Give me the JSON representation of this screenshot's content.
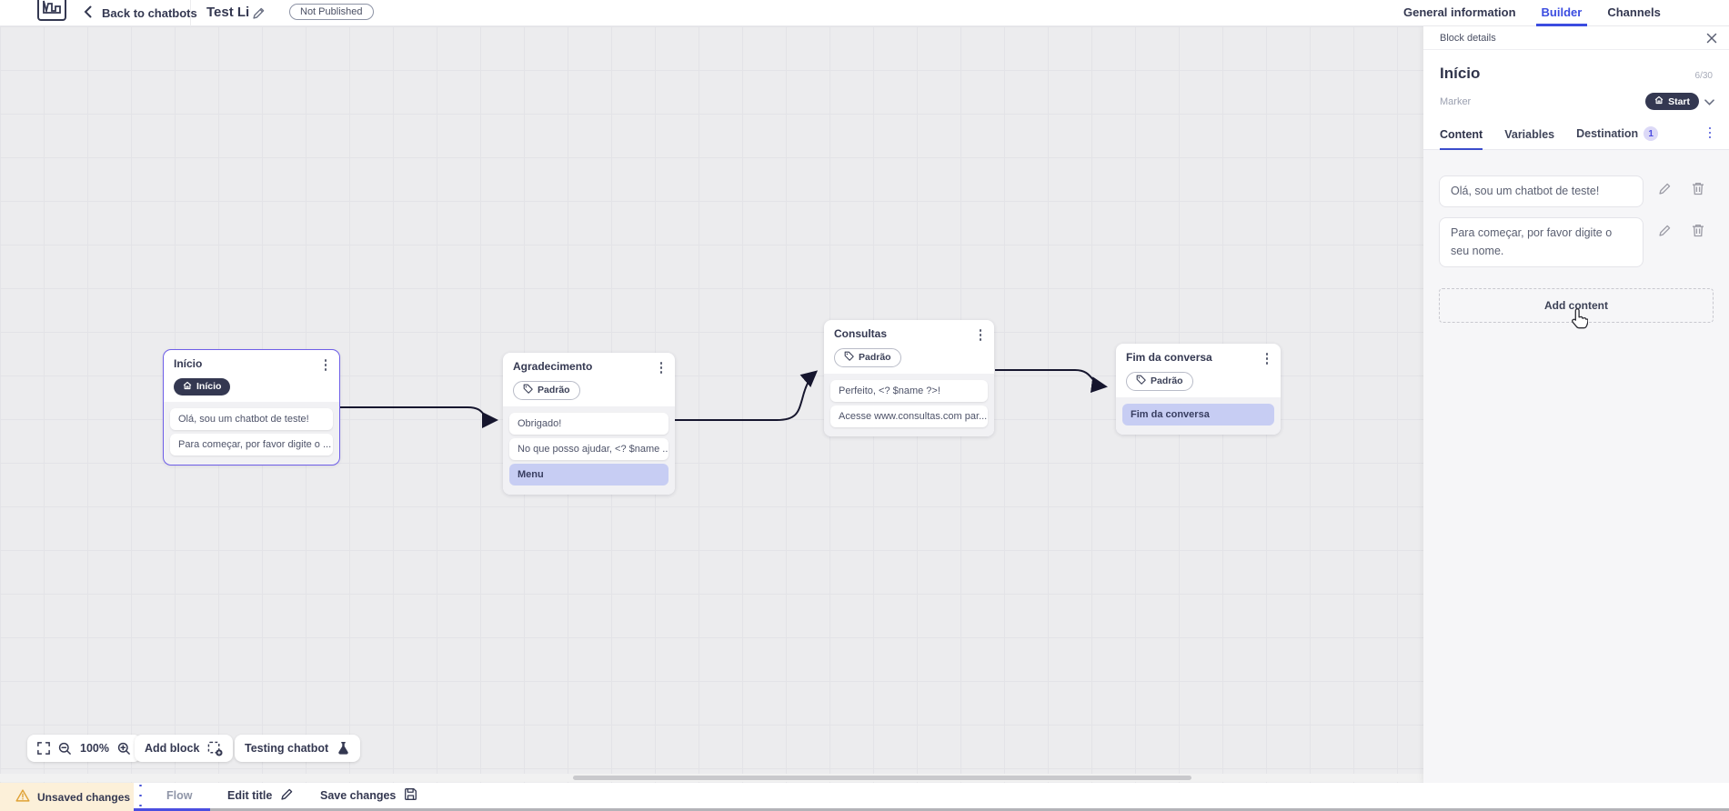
{
  "topbar": {
    "back_label": "Back to chatbots",
    "chatbot_title": "Test Li",
    "status_badge": "Not Published",
    "tabs": [
      {
        "label": "General information",
        "active": false
      },
      {
        "label": "Builder",
        "active": true
      },
      {
        "label": "Channels",
        "active": false
      }
    ]
  },
  "panel": {
    "header_title": "Block details",
    "block_name": "Início",
    "char_counter": "6/30",
    "marker_label": "Marker",
    "marker_value": "Start",
    "tabs": [
      {
        "label": "Content",
        "active": true
      },
      {
        "label": "Variables",
        "active": false
      },
      {
        "label": "Destination",
        "active": false,
        "badge": "1"
      }
    ],
    "contents": [
      {
        "text": "Olá, sou um chatbot de teste!"
      },
      {
        "text": "Para começar, por favor digite o seu nome."
      }
    ],
    "add_content_label": "Add content"
  },
  "canvas": {
    "blocks": [
      {
        "title": "Início",
        "badge": "Início",
        "cards": [
          {
            "text": "Olá, sou um chatbot de teste!"
          },
          {
            "text": "Para começar, por favor digite o ..."
          }
        ]
      },
      {
        "title": "Agradecimento",
        "badge": "Padrão",
        "cards": [
          {
            "text": "Obrigado!"
          },
          {
            "text": "No que posso ajudar, <? $name ..."
          },
          {
            "text": "Menu"
          }
        ]
      },
      {
        "title": "Consultas",
        "badge": "Padrão",
        "cards": [
          {
            "text": "Perfeito, <? $name ?>!"
          },
          {
            "text": "Acesse www.consultas.com par..."
          }
        ]
      },
      {
        "title": "Fim da conversa",
        "badge": "Padrão",
        "cards": [
          {
            "text": "Fim da conversa"
          }
        ]
      }
    ],
    "zoom_level": "100%",
    "add_block_label": "Add block",
    "testing_label": "Testing chatbot"
  },
  "statusbar": {
    "unsaved_label": "Unsaved changes",
    "flow_tab": "Flow",
    "edit_title_label": "Edit title",
    "save_label": "Save changes"
  },
  "colors": {
    "accent_blue": "#3b4ce0",
    "selection_purple": "#6f5fe8",
    "dark_navy": "#343851",
    "highlight_card": "#c7cdf3",
    "destination_badge_bg": "#dcd9f7",
    "warning_amber": "#e0a236",
    "warning_bg": "#fcf0d9",
    "connector": "#16162e"
  },
  "icons": {
    "back": "chevron-left",
    "edit": "pencil",
    "close": "x",
    "home": "house",
    "marker_dropdown": "chevron-down",
    "menu": "kebab-vertical",
    "category": "tag",
    "delete": "trash",
    "fit_screen": "corner-brackets",
    "zoom_out": "magnifier-minus",
    "zoom_in": "magnifier-plus",
    "add_block": "dashed-square-plus",
    "testing": "flask",
    "unsaved": "warning-triangle",
    "save": "floppy-disk",
    "pointer": "hand-cursor"
  }
}
